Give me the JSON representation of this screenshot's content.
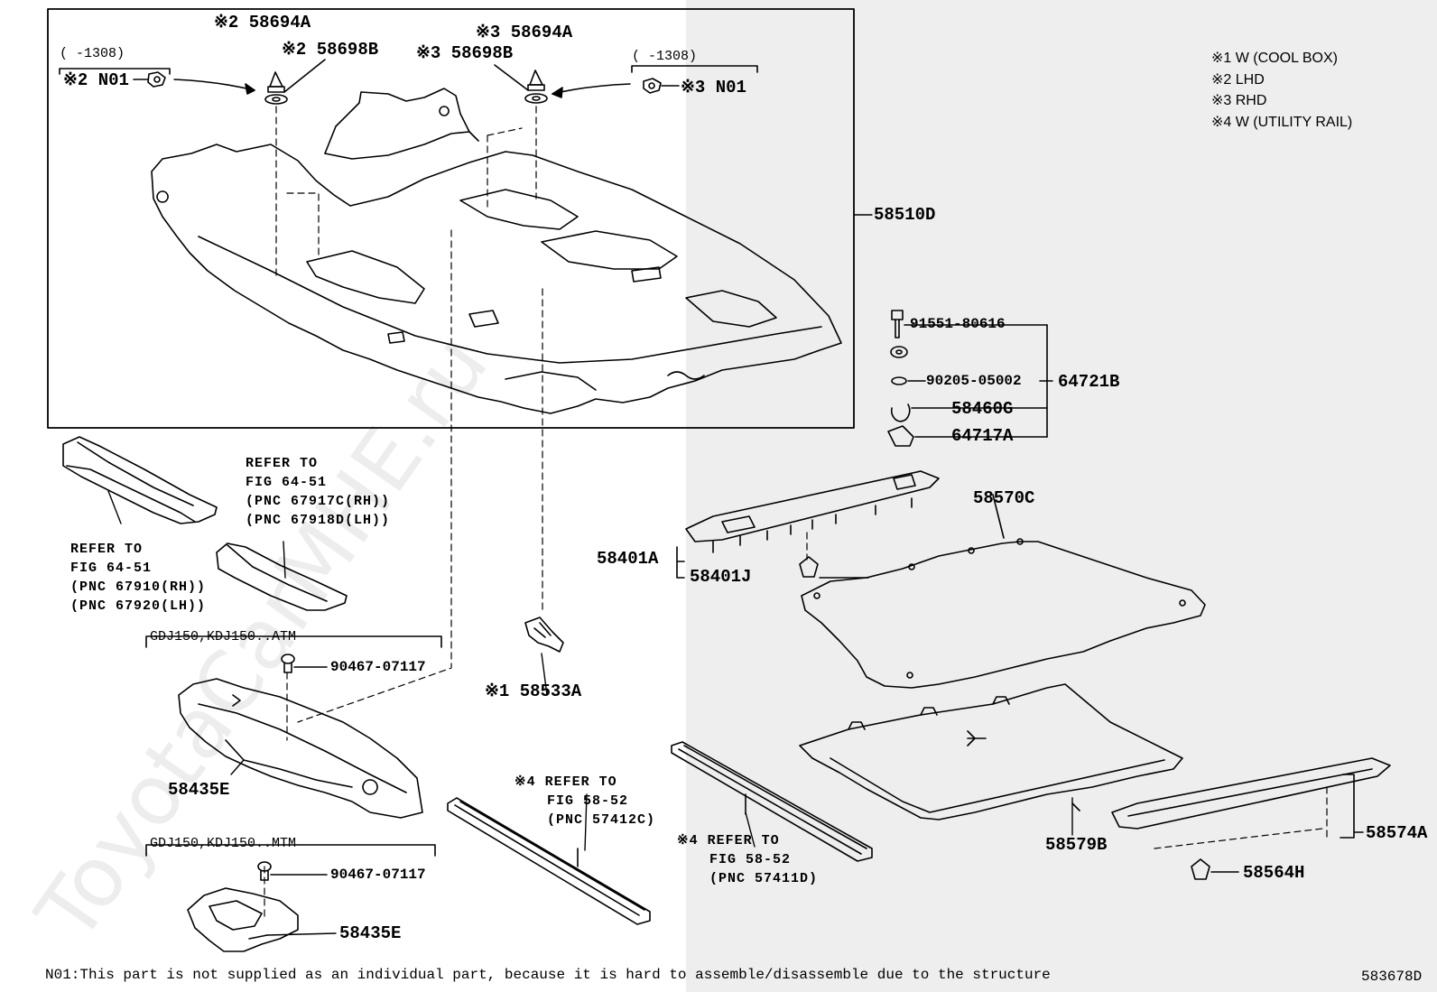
{
  "legend": {
    "notes": [
      "※1 W (COOL BOX)",
      "※2 LHD",
      "※3 RHD",
      "※4 W (UTILITY RAIL)"
    ]
  },
  "watermark": "ToyotaCarMHE.ru",
  "parts": {
    "p58694A_l": "※2 58694A",
    "p58698B_l": "※2 58698B",
    "p58694A_r": "※3 58694A",
    "p58698B_r": "※3 58698B",
    "n01_l": "※2 N01",
    "n01_r": "※3 N01",
    "range_l": "(      -1308)",
    "range_r": "(      -1308)",
    "p58510D": "58510D",
    "p91551": "91551-80616",
    "p90205": "90205-05002",
    "p64721B": "64721B",
    "p58460G": "58460G",
    "p64717A": "64717A",
    "p58570C": "58570C",
    "p58401A": "58401A",
    "p58401J": "58401J",
    "p58533A": "※1 58533A",
    "p58435E_1": "58435E",
    "p58435E_2": "58435E",
    "p90467_1": "90467-07117",
    "p90467_2": "90467-07117",
    "p58579B": "58579B",
    "p58574A": "58574A",
    "p58564H": "58564H",
    "atm": "GDJ150,KDJ150..ATM",
    "mtm": "GDJ150,KDJ150..MTM"
  },
  "references": {
    "ref1": [
      "REFER TO",
      "FIG 64-51",
      "(PNC 67917C(RH))",
      "(PNC 67918D(LH))"
    ],
    "ref2": [
      "REFER TO",
      "FIG 64-51",
      "(PNC 67910(RH))",
      "(PNC 67920(LH))"
    ],
    "ref3": [
      "※4 REFER TO",
      "FIG 58-52",
      "(PNC 57412C)"
    ],
    "ref4": [
      "※4 REFER TO",
      "FIG 58-52",
      "(PNC 57411D)"
    ]
  },
  "footer": {
    "note": "N01:This part is not supplied as an individual part,  because it is hard to assemble/disassemble due to the structure",
    "code": "583678D"
  }
}
